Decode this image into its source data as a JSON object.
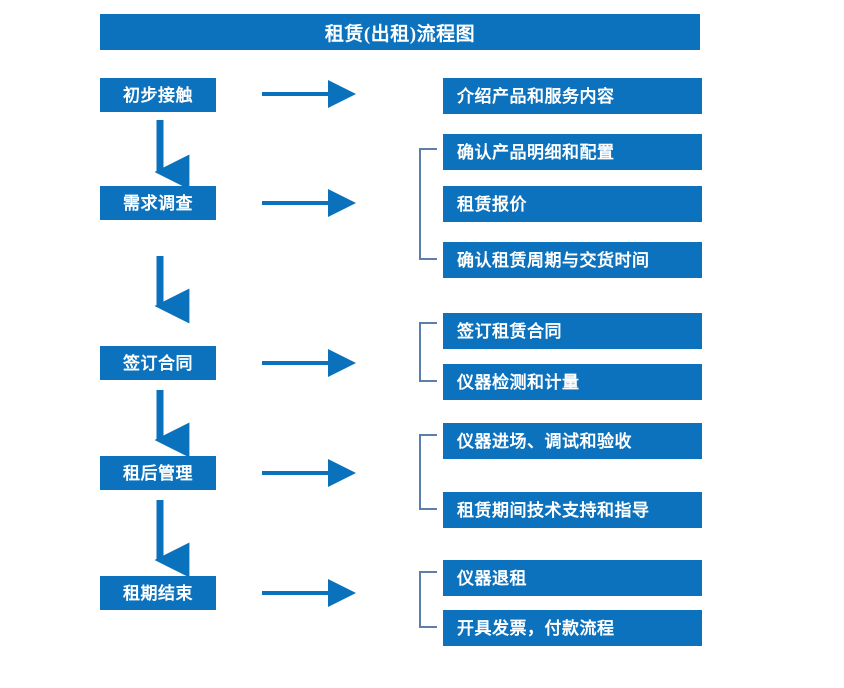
{
  "diagram": {
    "title": "租赁(出租)流程图",
    "colors": {
      "box_blue": "#0c72bd",
      "arrow_blue": "#0a72bd",
      "bracket_blue": "#5b7fa8",
      "text_white": "#ffffff",
      "background": "#ffffff"
    },
    "stages": [
      {
        "id": "stage-1",
        "label": "初步接触",
        "arrow_icon": "right-arrow-icon",
        "down_arrow_icon": "down-arrow-icon",
        "bracketed": false,
        "details": [
          {
            "label": "介绍产品和服务内容"
          }
        ]
      },
      {
        "id": "stage-2",
        "label": "需求调查",
        "arrow_icon": "right-arrow-icon",
        "down_arrow_icon": "down-arrow-icon",
        "bracketed": true,
        "details": [
          {
            "label": "确认产品明细和配置"
          },
          {
            "label": "租赁报价"
          },
          {
            "label": "确认租赁周期与交货时间"
          }
        ]
      },
      {
        "id": "stage-3",
        "label": "签订合同",
        "arrow_icon": "right-arrow-icon",
        "down_arrow_icon": "down-arrow-icon",
        "bracketed": true,
        "details": [
          {
            "label": "签订租赁合同"
          },
          {
            "label": "仪器检测和计量"
          }
        ]
      },
      {
        "id": "stage-4",
        "label": "租后管理",
        "arrow_icon": "right-arrow-icon",
        "down_arrow_icon": "down-arrow-icon",
        "bracketed": true,
        "details": [
          {
            "label": "仪器进场、调试和验收"
          },
          {
            "label": "租赁期间技术支持和指导"
          }
        ]
      },
      {
        "id": "stage-5",
        "label": "租期结束",
        "arrow_icon": "right-arrow-icon",
        "down_arrow_icon": null,
        "bracketed": true,
        "details": [
          {
            "label": "仪器退租"
          },
          {
            "label": "开具发票，付款流程"
          }
        ]
      }
    ]
  }
}
